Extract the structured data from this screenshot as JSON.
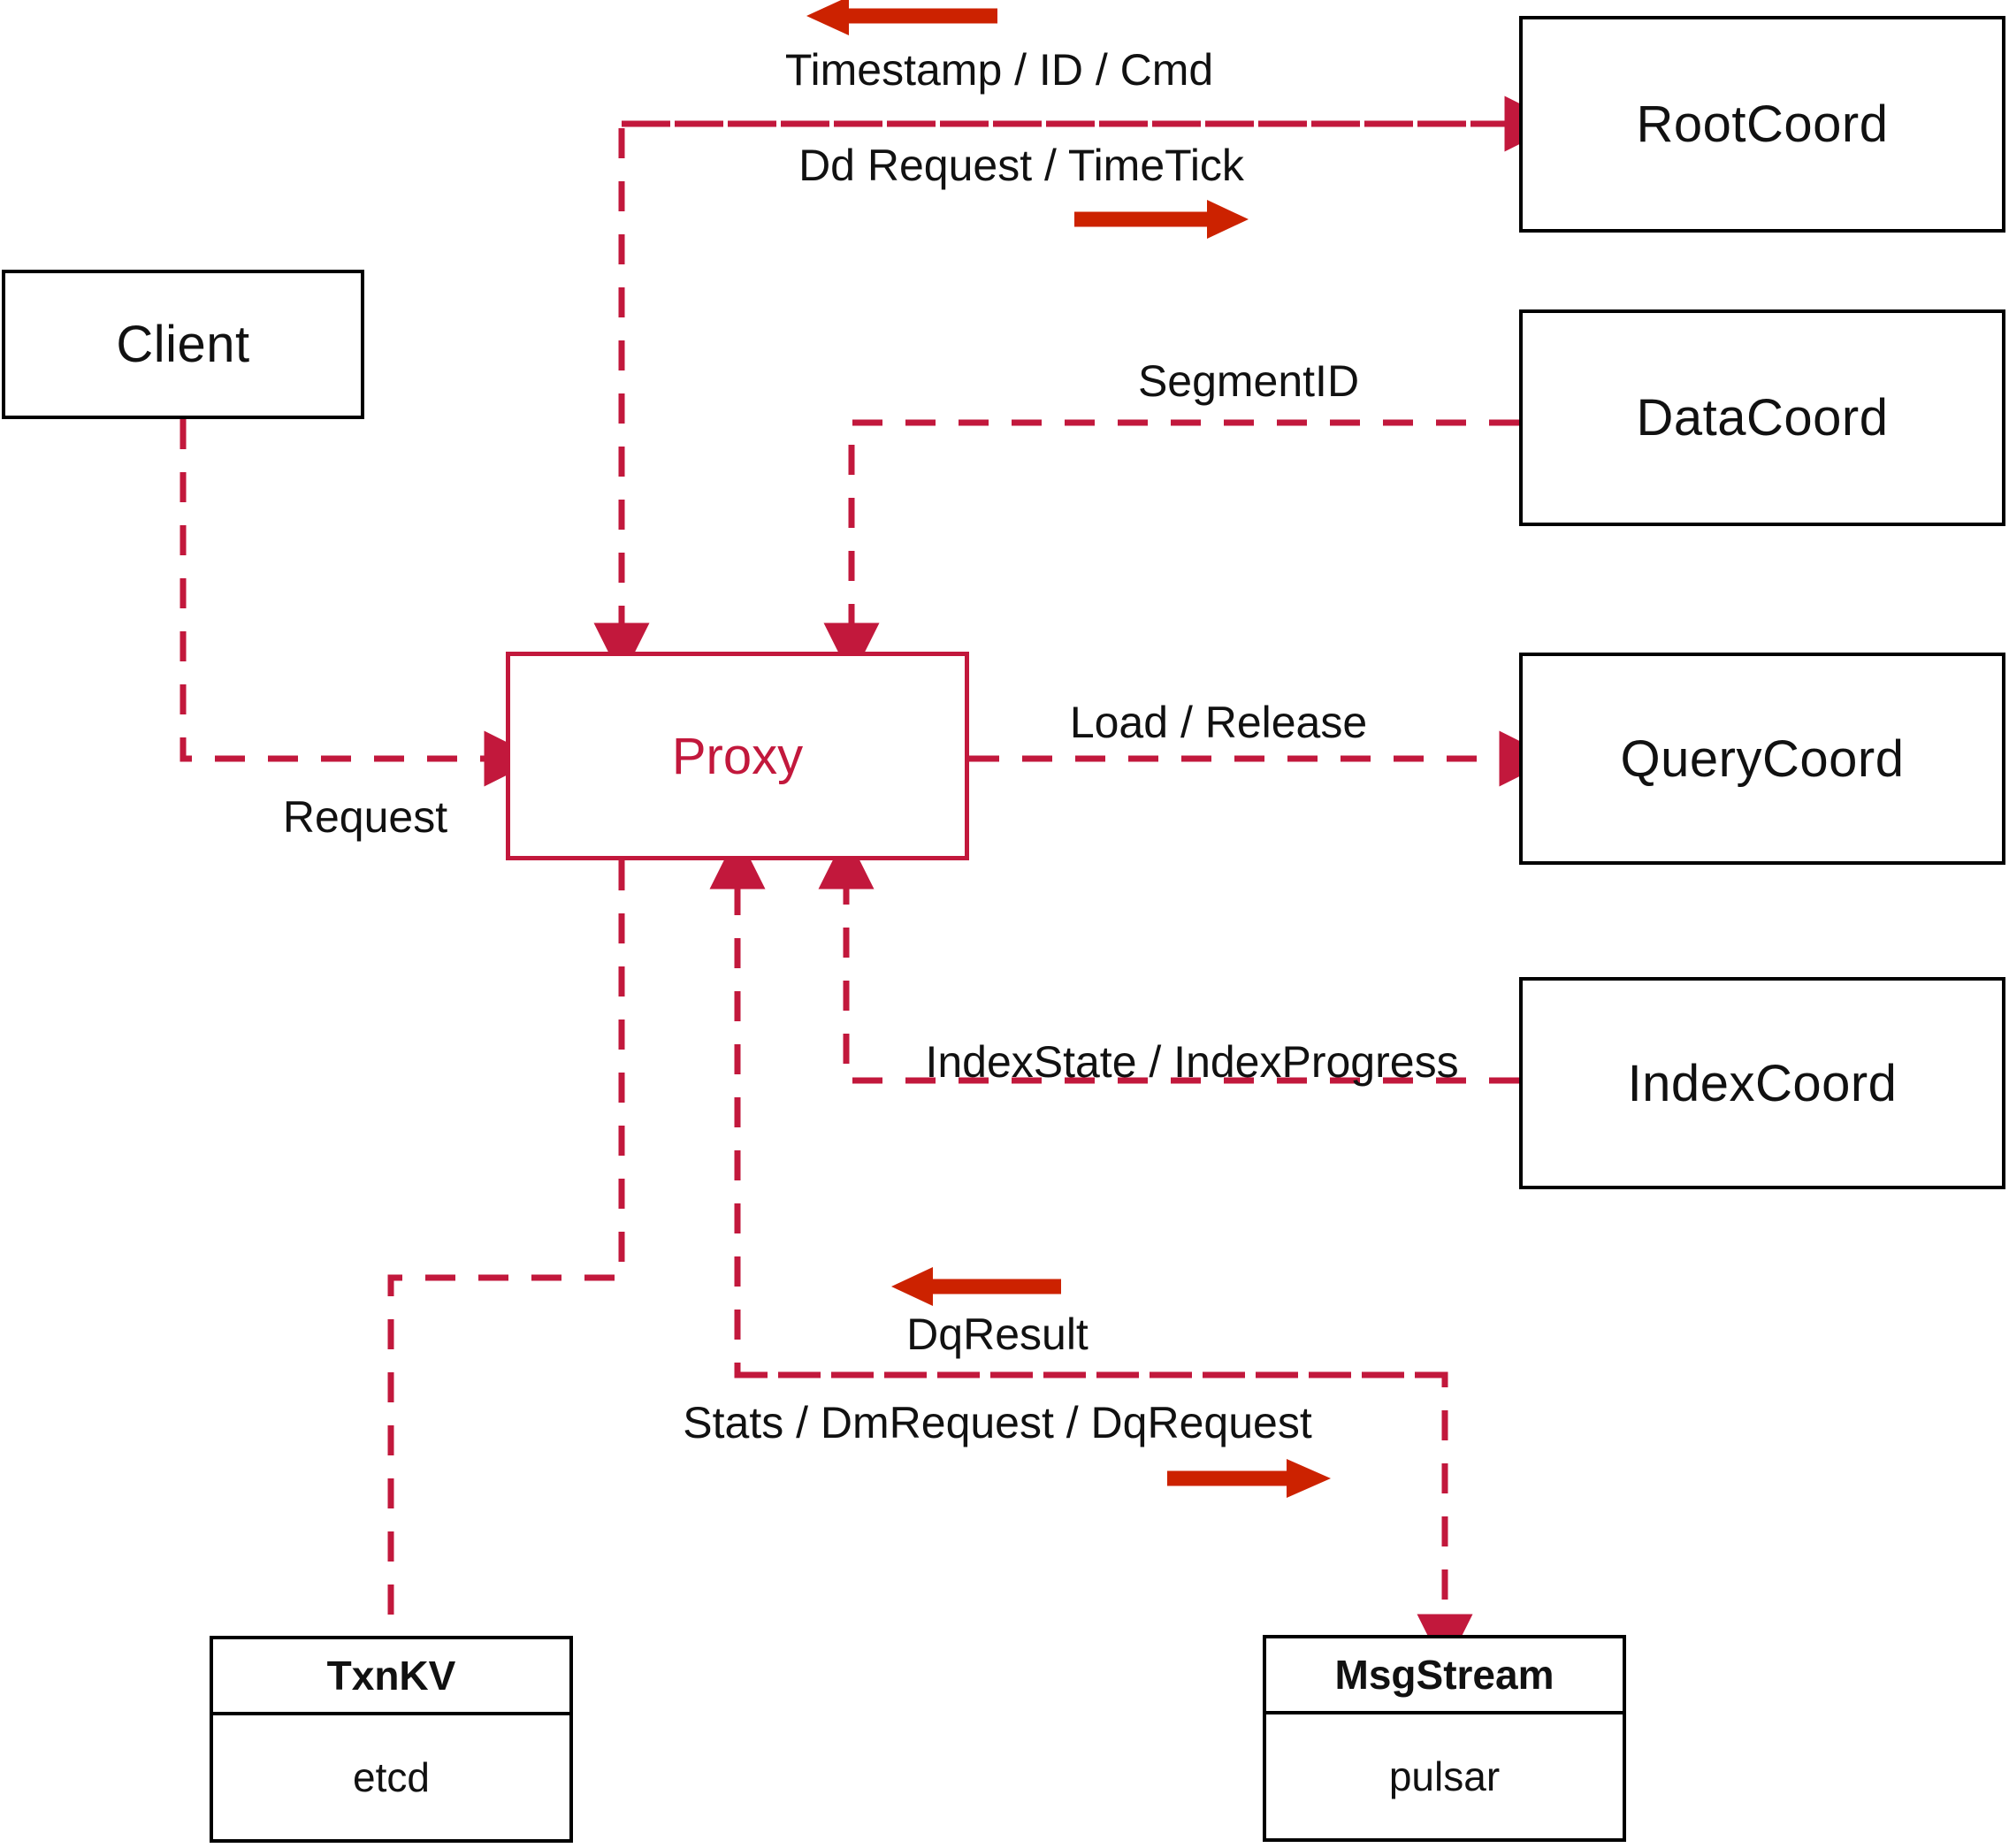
{
  "diagram": {
    "title_color": "#c2183c",
    "line_color": "#c2183c",
    "arrow_color": "#cc2200",
    "box_color": "#000000"
  },
  "nodes": {
    "client": {
      "label": "Client"
    },
    "proxy": {
      "label": "Proxy"
    },
    "root_coord": {
      "label": "RootCoord"
    },
    "data_coord": {
      "label": "DataCoord"
    },
    "query_coord": {
      "label": "QueryCoord"
    },
    "index_coord": {
      "label": "IndexCoord"
    },
    "txnkv": {
      "title": "TxnKV",
      "impl": "etcd"
    },
    "msgstream": {
      "title": "MsgStream",
      "impl": "pulsar"
    }
  },
  "edges": [
    {
      "id": "timestamp-id-cmd",
      "label": "Timestamp / ID / Cmd",
      "from": "RootCoord",
      "to": "Proxy",
      "direction": "left"
    },
    {
      "id": "dd-request-timetick",
      "label": "Dd Request / TimeTick",
      "from": "Proxy",
      "to": "RootCoord",
      "direction": "right"
    },
    {
      "id": "segment-id",
      "label": "SegmentID",
      "from": "DataCoord",
      "to": "Proxy",
      "direction": "left"
    },
    {
      "id": "request",
      "label": "Request",
      "from": "Client",
      "to": "Proxy",
      "direction": "right"
    },
    {
      "id": "load-release",
      "label": "Load / Release",
      "from": "Proxy",
      "to": "QueryCoord",
      "direction": "right"
    },
    {
      "id": "index-state-progress",
      "label": "IndexState / IndexProgress",
      "from": "IndexCoord",
      "to": "Proxy",
      "direction": "left"
    },
    {
      "id": "dq-result",
      "label": "DqResult",
      "from": "MsgStream",
      "to": "Proxy",
      "direction": "left"
    },
    {
      "id": "stats-dm-dq-request",
      "label": "Stats / DmRequest / DqRequest",
      "from": "Proxy",
      "to": "MsgStream",
      "direction": "right"
    }
  ]
}
